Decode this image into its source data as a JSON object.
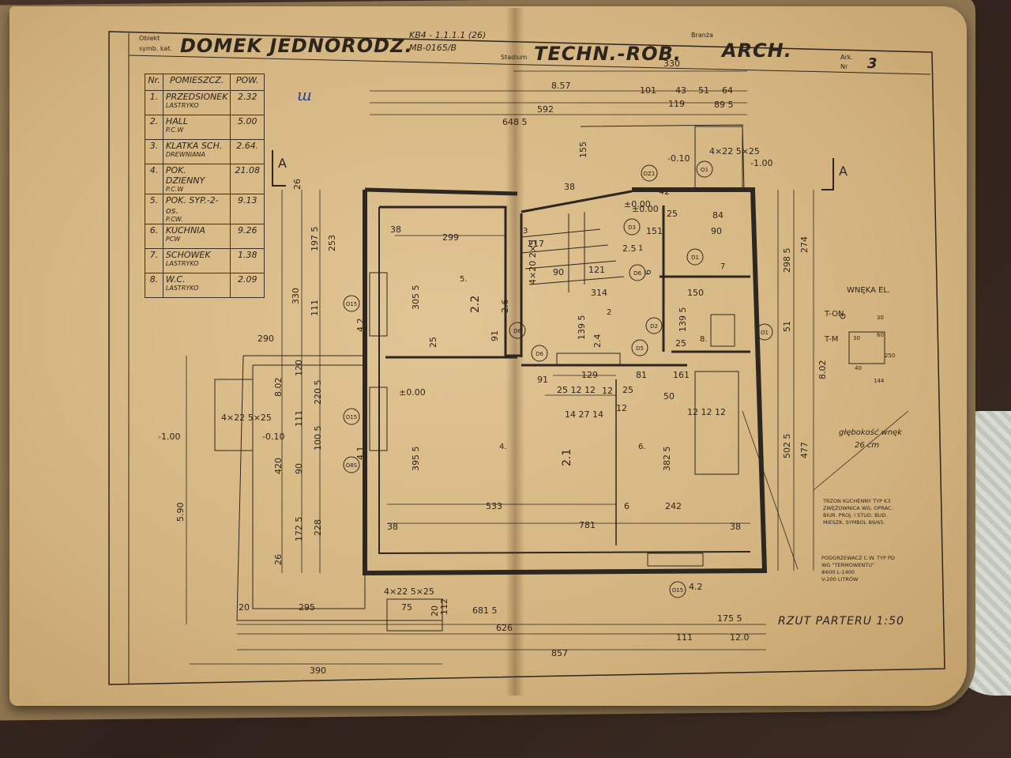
{
  "header": {
    "obiekt_label": "Obiekt",
    "symbkat_label": "symb. kat.",
    "object_name": "DOMEK JEDNORODZ.",
    "catalog_code_1": "KB4 - 1.1.1.1 (26)",
    "catalog_code_2": "MB-0165/B",
    "stadium_label": "Stadium",
    "stadium_value": "TECHN.-ROB.",
    "branza_label": "Branża",
    "branza_value": "ARCH.",
    "ark_label": "Ark.",
    "nr_label": "Nr",
    "sheet_number": "3"
  },
  "legend": {
    "columns": [
      "Nr.",
      "POMIESZCZ.",
      "POW."
    ],
    "rows": [
      {
        "nr": "1.",
        "name": "PRZEDSIONEK",
        "finish": "LASTRYKO",
        "area": "2.32"
      },
      {
        "nr": "2.",
        "name": "HALL",
        "finish": "P.C.W",
        "area": "5.00"
      },
      {
        "nr": "3.",
        "name": "KLATKA SCH.",
        "finish": "DREWNIANA",
        "area": "2.64."
      },
      {
        "nr": "4.",
        "name": "POK. DZIENNY",
        "finish": "P.C.W",
        "area": "21.08"
      },
      {
        "nr": "5.",
        "name": "POK. SYP.-2-os.",
        "finish": "P.CW.",
        "area": "9.13"
      },
      {
        "nr": "6.",
        "name": "KUCHNIA",
        "finish": "PCW",
        "area": "9.26"
      },
      {
        "nr": "7.",
        "name": "SCHOWEK",
        "finish": "LASTRYKO",
        "area": "1.38"
      },
      {
        "nr": "8.",
        "name": "W.C.",
        "finish": "LASTRYKO",
        "area": "2.09"
      }
    ]
  },
  "handwritten_mark": "ш",
  "rooms": [
    "1",
    "2",
    "3",
    "4.",
    "5.",
    "6.",
    "7",
    "8."
  ],
  "dims": {
    "d_857_top": "8.57",
    "d_330_top": "330",
    "d_592": "592",
    "d_648": "648 5",
    "d_101": "101",
    "d_43": "43",
    "d_51": "51",
    "d_64": "64",
    "d_119": "119",
    "d_895": "89 5",
    "d_155": "155",
    "d_38a": "38",
    "d_stairs": "4×22 5×25",
    "d_m010": "-0.10",
    "d_m100_right": "-1.00",
    "d_000_top": "±0.00",
    "d_299": "299",
    "d_305": "305 5",
    "d_151": "151",
    "d_84": "84",
    "d_90": "90",
    "d_25a": "25",
    "d_25b": "25",
    "d_217": "217",
    "d_121": "121",
    "d_314": "314",
    "d_150": "150",
    "d_129": "129",
    "d_81": "81",
    "d_161": "161",
    "d_91": "91",
    "d_25_12_12": "25  12  12",
    "d_14_27_14": "14  27  14",
    "d_50": "50",
    "d_533": "533",
    "d_242": "242",
    "d_781": "781",
    "d_395": "395 5",
    "d_382": "382 5",
    "d_6": "6",
    "d_38b": "38",
    "d_38c": "38",
    "d_38d": "38",
    "d_330_left": "330",
    "d_1975": "197 5",
    "d_253": "253",
    "d_111a": "111",
    "d_290": "290",
    "d_802": "8.02",
    "d_120": "120",
    "d_2205": "220 5",
    "d_111b": "111",
    "d_1005": "100 5",
    "d_420": "420",
    "d_90b": "90",
    "d_1725": "172 5",
    "d_228": "228",
    "d_26a": "26",
    "d_26b": "26",
    "d_590": "5.90",
    "d_m100_left": "-1.00",
    "d_m010_left": "-0.10",
    "d_stairs_left": "4×22 5×25",
    "d_295": "295",
    "d_20a": "20",
    "d_stairs_bottom": "4×22 5×25",
    "d_75": "75",
    "d_20b": "20",
    "d_112": "112",
    "d_6815": "681 5",
    "d_626": "626",
    "d_857_bottom": "857",
    "d_390": "390",
    "d_111c": "111",
    "d_1755": "175 5",
    "d_120b": "12.0",
    "d_42a": "4.2",
    "d_41": "4.1",
    "d_42b": "4.2",
    "d_42c": "42",
    "d_000_mid": "±0.00",
    "d_000_stair": "±0.00",
    "d_2985": "298 5",
    "d_274": "274",
    "d_51b": "51",
    "d_802b": "8.02",
    "d_5025": "502 5",
    "d_477": "477",
    "d_22": "2.2",
    "d_21": "2.1",
    "d_25c": "2.5",
    "d_24": "2.4",
    "d_1395": "139 5",
    "d_1395b": "139 5",
    "d_26c": "2.6",
    "d_91b": "91",
    "d_25d": "25",
    "d_12s": "12  12  12",
    "d_42s": "4×20 2×5",
    "d_12a": "12",
    "d_12b": "12",
    "d_90c": "90",
    "d_6b": "6",
    "d_25e": "25"
  },
  "marks": {
    "section_a_left": "A",
    "section_a_right": "A",
    "d1": "D1",
    "d2": "D2",
    "d3": "D3",
    "d5": "D5",
    "d6a": "D6",
    "d6b": "D6",
    "d6c": "D6",
    "dz1": "DZ1",
    "o1a": "O1",
    "o1b": "O1",
    "o15a": "O15",
    "o15b": "O15",
    "o15c": "O15",
    "o8s": "O8S"
  },
  "niche": {
    "title": "WNĘKA EL.",
    "t_on": "T-ON",
    "t_m": "T-M",
    "d30": "30",
    "d60": "60",
    "d250": "250",
    "d144": "144",
    "d40": "40",
    "d30b": "30",
    "depth_note": "głębokość wnęk",
    "depth_value": "26 cm"
  },
  "notes": {
    "stove": [
      "TRZON KUCHENNY TYP K3",
      "ZWĘŻOWNICA WG. OPRAC.",
      "BIUR. PROJ. I STUD. BUD.",
      "MIESZK. SYMBOL B9/65."
    ],
    "heater": [
      "PODGRZEWACZ C.W. TYP PD",
      "WG \"TERMOWENTU\"",
      "ϕ600  L-1400",
      "V-200 LITRÓW"
    ]
  },
  "drawing_title": "RZUT PARTERU 1:50"
}
